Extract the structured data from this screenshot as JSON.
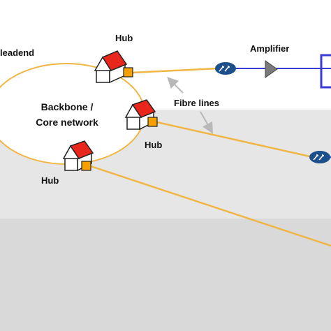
{
  "labels": {
    "headend": "leadend",
    "core": "Backbone /\nCore network",
    "hub_top": "Hub",
    "hub_mid": "Hub",
    "hub_bot": "Hub",
    "fibre": "Fibre lines",
    "amplifier": "Amplifier"
  },
  "colors": {
    "fibre_line": "#f0b545",
    "coax_line": "#3b3bd6",
    "node_fill": "#1d4f8a",
    "hub_roof": "#e8261c",
    "hub_connector": "#f5a000",
    "amplifier": "#7a7a7a",
    "arrow": "#b8b8b8"
  }
}
